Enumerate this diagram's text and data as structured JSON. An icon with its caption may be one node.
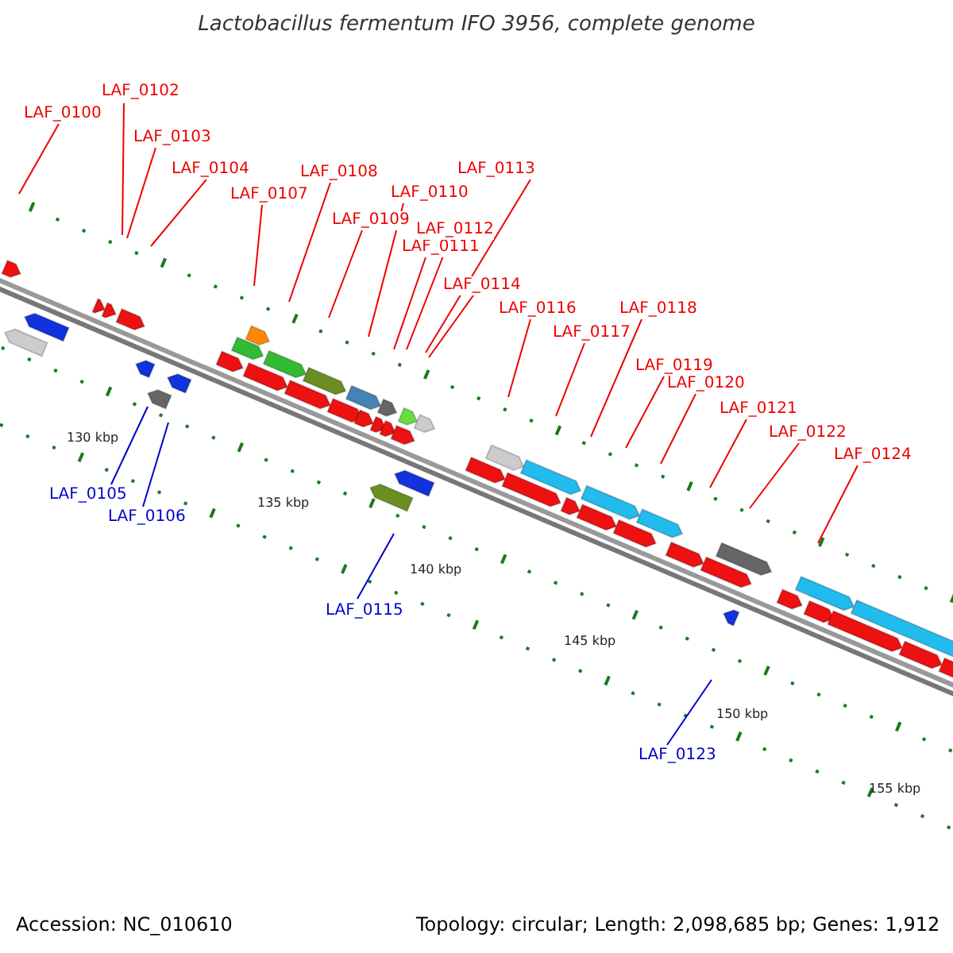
{
  "diagram": {
    "title": "Lactobacillus fermentum IFO 3956, complete genome",
    "nodes": [
      {
        "text": [
          "LAF_0100"
        ]
      },
      {
        "text": [
          "LAF_0102"
        ]
      },
      {
        "text": [
          "LAF_0103"
        ]
      },
      {
        "text": [
          "LAF_0104"
        ]
      },
      {
        "text": [
          "LAF_0105"
        ]
      },
      {
        "text": [
          "LAF_0106"
        ]
      },
      {
        "text": [
          "LAF_0107"
        ]
      },
      {
        "text": [
          "LAF_0108"
        ]
      },
      {
        "text": [
          "LAF_0109"
        ]
      },
      {
        "text": [
          "LAF_0110"
        ]
      },
      {
        "text": [
          "LAF_0111"
        ]
      },
      {
        "text": [
          "LAF_0112"
        ]
      },
      {
        "text": [
          "LAF_0113"
        ]
      },
      {
        "text": [
          "LAF_0114"
        ]
      },
      {
        "text": [
          "LAF_0115"
        ]
      },
      {
        "text": [
          "LAF_0116"
        ]
      },
      {
        "text": [
          "LAF_0117"
        ]
      },
      {
        "text": [
          "LAF_0118"
        ]
      },
      {
        "text": [
          "LAF_0119"
        ]
      },
      {
        "text": [
          "LAF_0120"
        ]
      },
      {
        "text": [
          "LAF_0121"
        ]
      },
      {
        "text": [
          "LAF_0122"
        ]
      },
      {
        "text": [
          "LAF_0123"
        ]
      },
      {
        "text": [
          "LAF_0124"
        ]
      }
    ],
    "edges": [
      {
        "from": 0,
        "to": null,
        "arrow": "none"
      },
      {
        "from": 1,
        "to": null,
        "arrow": "none"
      },
      {
        "from": 2,
        "to": null,
        "arrow": "none"
      },
      {
        "from": 3,
        "to": null,
        "arrow": "none"
      },
      {
        "from": 4,
        "to": null,
        "arrow": "none",
        "color": "#0000cc"
      },
      {
        "from": 5,
        "to": null,
        "arrow": "none",
        "color": "#0000cc"
      },
      {
        "from": 6,
        "to": null,
        "arrow": "none"
      },
      {
        "from": 7,
        "to": null,
        "arrow": "none"
      },
      {
        "from": 8,
        "to": null,
        "arrow": "none"
      },
      {
        "from": 9,
        "to": null,
        "arrow": "none"
      },
      {
        "from": 10,
        "to": null,
        "arrow": "none"
      },
      {
        "from": 11,
        "to": null,
        "arrow": "none"
      },
      {
        "from": 12,
        "to": null,
        "arrow": "none"
      },
      {
        "from": 13,
        "to": null,
        "arrow": "none"
      },
      {
        "from": 14,
        "to": null,
        "arrow": "none",
        "color": "#0000cc"
      },
      {
        "from": 15,
        "to": null,
        "arrow": "none"
      },
      {
        "from": 16,
        "to": null,
        "arrow": "none"
      },
      {
        "from": 17,
        "to": null,
        "arrow": "none"
      },
      {
        "from": 18,
        "to": null,
        "arrow": "none"
      },
      {
        "from": 19,
        "to": null,
        "arrow": "none"
      },
      {
        "from": 20,
        "to": null,
        "arrow": "none"
      },
      {
        "from": 21,
        "to": null,
        "arrow": "none"
      },
      {
        "from": 22,
        "to": null,
        "arrow": "none",
        "color": "#0000cc"
      },
      {
        "from": 23,
        "to": null,
        "arrow": "none"
      }
    ],
    "labels": [
      "130 kbp",
      "135 kbp",
      "140 kbp",
      "145 kbp",
      "150 kbp",
      "155 kbp",
      "Accession: NC_010610",
      "Topology: circular; Length: 2,098,685 bp; Genes: 1,912"
    ]
  }
}
